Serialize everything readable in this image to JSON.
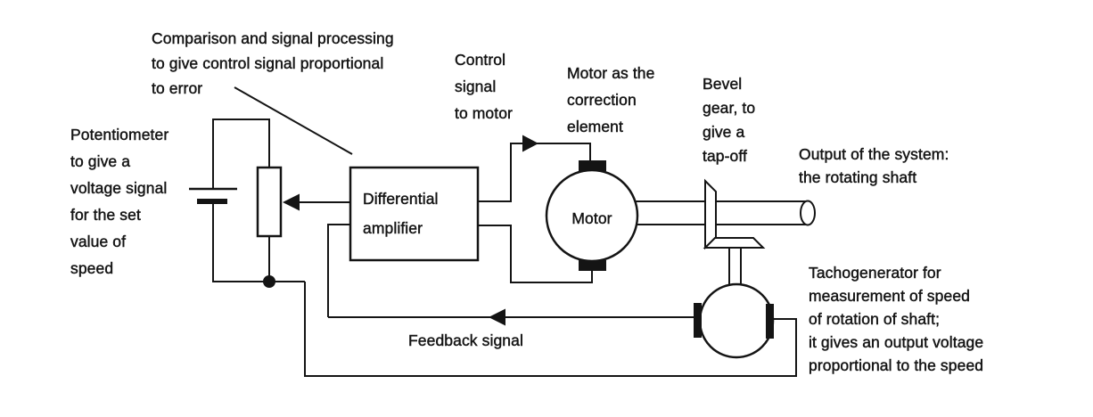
{
  "page": {
    "background": "#ffffff",
    "ink": "#141414",
    "description": "Closed-loop motor speed control system diagram"
  },
  "labels": {
    "comparison": {
      "lines": [
        "Comparison and signal processing",
        "to give control signal proportional",
        "to error"
      ]
    },
    "potentiometer": {
      "lines": [
        "Potentiometer",
        "to give a",
        "voltage signal",
        "for the set",
        "value of",
        "speed"
      ]
    },
    "control_signal": {
      "lines": [
        "Control",
        "signal",
        "to motor"
      ]
    },
    "motor_role": {
      "lines": [
        "Motor as the",
        "correction",
        "element"
      ]
    },
    "bevel_gear": {
      "lines": [
        "Bevel",
        "gear, to",
        "give a",
        "tap-off"
      ]
    },
    "system_output": {
      "lines": [
        "Output of the system:",
        "the rotating shaft"
      ]
    },
    "tachogenerator": {
      "lines": [
        "Tachogenerator for",
        "measurement of speed",
        "of rotation of shaft;",
        "it gives an output voltage",
        "proportional to the speed"
      ]
    },
    "feedback": "Feedback signal",
    "amplifier": {
      "lines": [
        "Differential",
        "amplifier"
      ]
    },
    "motor": "Motor"
  }
}
